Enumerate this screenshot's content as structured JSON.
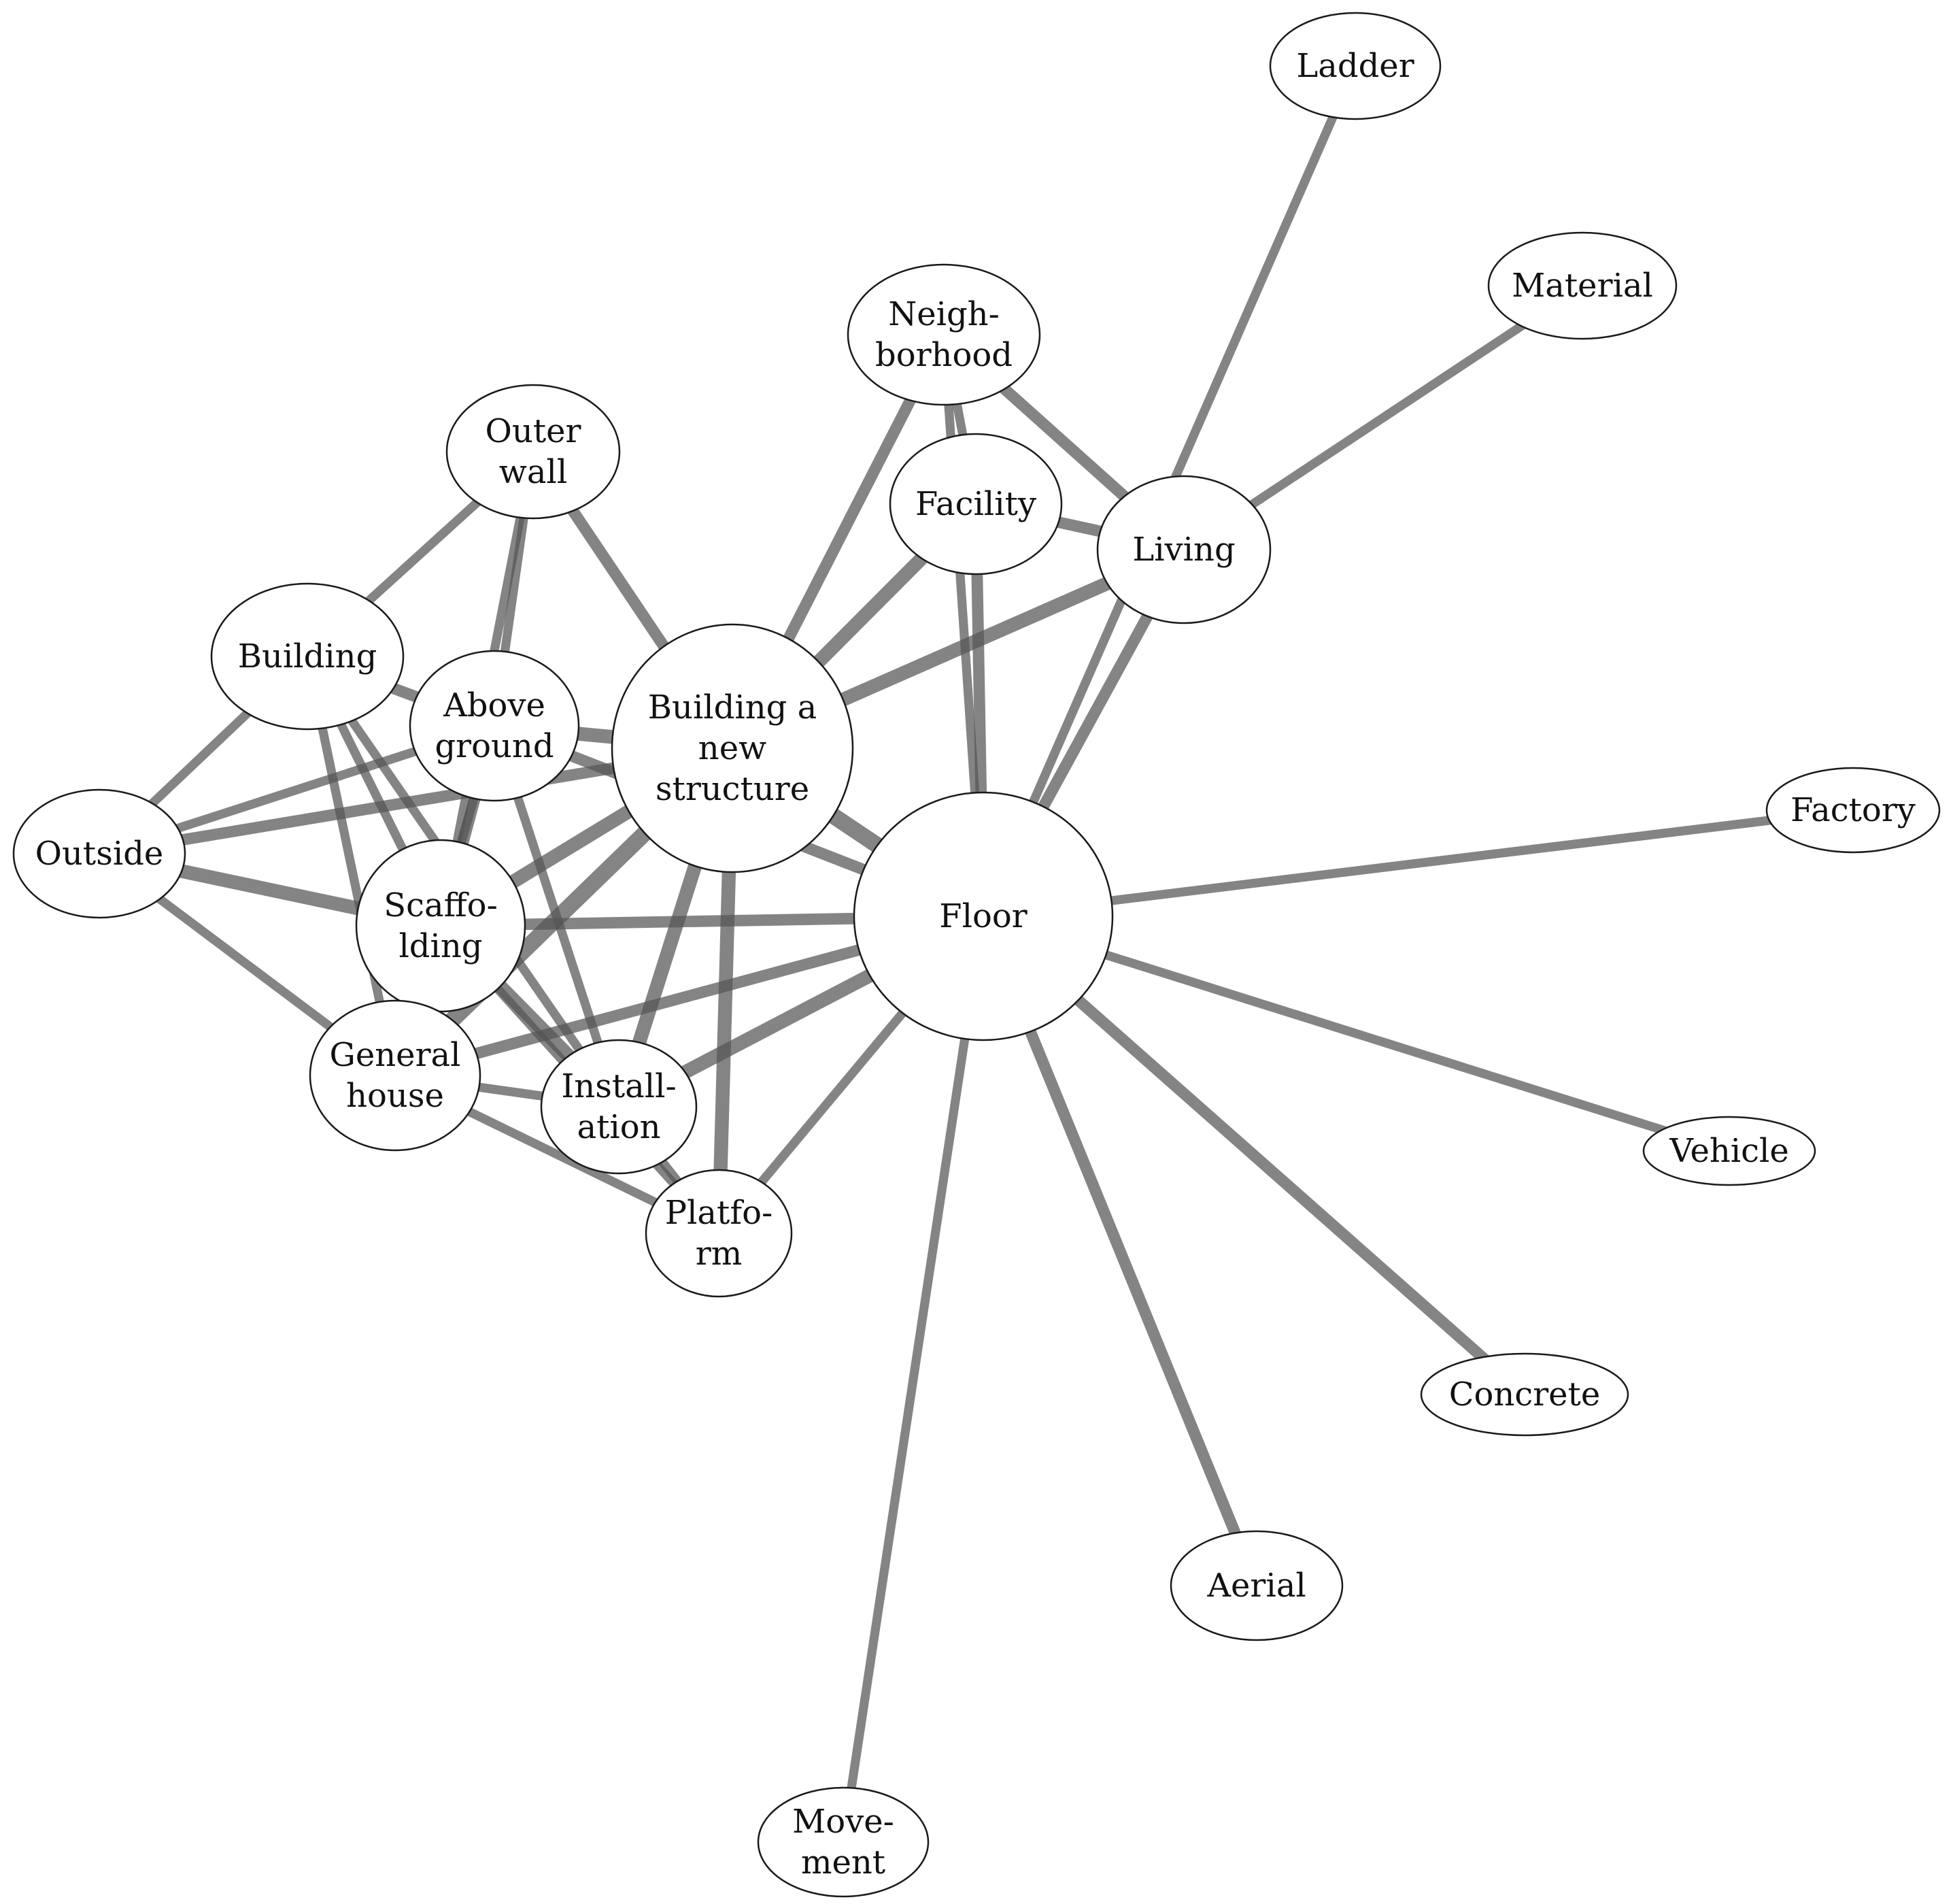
{
  "nodes": [
    {
      "id": "ladder",
      "lines": [
        "Ladder"
      ]
    },
    {
      "id": "material",
      "lines": [
        "Material"
      ]
    },
    {
      "id": "neighborhood",
      "lines": [
        "Neigh-",
        "borhood"
      ]
    },
    {
      "id": "outer_wall",
      "lines": [
        "Outer",
        "wall"
      ]
    },
    {
      "id": "facility",
      "lines": [
        "Facility"
      ]
    },
    {
      "id": "living",
      "lines": [
        "Living"
      ]
    },
    {
      "id": "building",
      "lines": [
        "Building"
      ]
    },
    {
      "id": "above_ground",
      "lines": [
        "Above",
        "ground"
      ]
    },
    {
      "id": "building_new",
      "lines": [
        "Building a",
        "new",
        "structure"
      ]
    },
    {
      "id": "outside",
      "lines": [
        "Outside"
      ]
    },
    {
      "id": "factory",
      "lines": [
        "Factory"
      ]
    },
    {
      "id": "scaffolding",
      "lines": [
        "Scaffo-",
        "lding"
      ]
    },
    {
      "id": "floor",
      "lines": [
        "Floor"
      ]
    },
    {
      "id": "general_house",
      "lines": [
        "General",
        "house"
      ]
    },
    {
      "id": "installation",
      "lines": [
        "Install-",
        "ation"
      ]
    },
    {
      "id": "vehicle",
      "lines": [
        "Vehicle"
      ]
    },
    {
      "id": "platform",
      "lines": [
        "Platfo-",
        "rm"
      ]
    },
    {
      "id": "concrete",
      "lines": [
        "Concrete"
      ]
    },
    {
      "id": "aerial",
      "lines": [
        "Aerial"
      ]
    },
    {
      "id": "movement",
      "lines": [
        "Move-",
        "ment"
      ]
    }
  ],
  "edges": [
    {
      "from": "ladder",
      "to": "floor",
      "weight": 2
    },
    {
      "from": "material",
      "to": "living",
      "weight": 2
    },
    {
      "from": "neighborhood",
      "to": "living",
      "weight": 3
    },
    {
      "from": "neighborhood",
      "to": "building_new",
      "weight": 3
    },
    {
      "from": "neighborhood",
      "to": "facility",
      "weight": 2
    },
    {
      "from": "neighborhood",
      "to": "floor",
      "weight": 2
    },
    {
      "from": "outer_wall",
      "to": "building",
      "weight": 2
    },
    {
      "from": "outer_wall",
      "to": "above_ground",
      "weight": 2
    },
    {
      "from": "outer_wall",
      "to": "building_new",
      "weight": 3
    },
    {
      "from": "outer_wall",
      "to": "scaffolding",
      "weight": 2
    },
    {
      "from": "facility",
      "to": "living",
      "weight": 3
    },
    {
      "from": "facility",
      "to": "building_new",
      "weight": 4
    },
    {
      "from": "facility",
      "to": "floor",
      "weight": 3
    },
    {
      "from": "living",
      "to": "building_new",
      "weight": 4
    },
    {
      "from": "living",
      "to": "floor",
      "weight": 3
    },
    {
      "from": "building",
      "to": "above_ground",
      "weight": 3
    },
    {
      "from": "building",
      "to": "outside",
      "weight": 2
    },
    {
      "from": "building",
      "to": "scaffolding",
      "weight": 2
    },
    {
      "from": "building",
      "to": "general_house",
      "weight": 2
    },
    {
      "from": "building",
      "to": "installation",
      "weight": 2
    },
    {
      "from": "above_ground",
      "to": "building_new",
      "weight": 4
    },
    {
      "from": "above_ground",
      "to": "outside",
      "weight": 2
    },
    {
      "from": "above_ground",
      "to": "scaffolding",
      "weight": 3
    },
    {
      "from": "above_ground",
      "to": "floor",
      "weight": 3
    },
    {
      "from": "above_ground",
      "to": "installation",
      "weight": 2
    },
    {
      "from": "above_ground",
      "to": "general_house",
      "weight": 2
    },
    {
      "from": "building_new",
      "to": "outside",
      "weight": 3
    },
    {
      "from": "building_new",
      "to": "floor",
      "weight": 5
    },
    {
      "from": "building_new",
      "to": "scaffolding",
      "weight": 4
    },
    {
      "from": "building_new",
      "to": "general_house",
      "weight": 5
    },
    {
      "from": "building_new",
      "to": "installation",
      "weight": 4
    },
    {
      "from": "building_new",
      "to": "platform",
      "weight": 4
    },
    {
      "from": "outside",
      "to": "scaffolding",
      "weight": 4
    },
    {
      "from": "outside",
      "to": "general_house",
      "weight": 2
    },
    {
      "from": "factory",
      "to": "floor",
      "weight": 2
    },
    {
      "from": "scaffolding",
      "to": "floor",
      "weight": 3
    },
    {
      "from": "scaffolding",
      "to": "general_house",
      "weight": 3
    },
    {
      "from": "scaffolding",
      "to": "installation",
      "weight": 4
    },
    {
      "from": "scaffolding",
      "to": "platform",
      "weight": 2
    },
    {
      "from": "floor",
      "to": "general_house",
      "weight": 3
    },
    {
      "from": "floor",
      "to": "installation",
      "weight": 4
    },
    {
      "from": "floor",
      "to": "platform",
      "weight": 2
    },
    {
      "from": "floor",
      "to": "vehicle",
      "weight": 2
    },
    {
      "from": "floor",
      "to": "concrete",
      "weight": 3
    },
    {
      "from": "floor",
      "to": "aerial",
      "weight": 3
    },
    {
      "from": "floor",
      "to": "movement",
      "weight": 2
    },
    {
      "from": "general_house",
      "to": "installation",
      "weight": 2
    },
    {
      "from": "general_house",
      "to": "platform",
      "weight": 2
    },
    {
      "from": "installation",
      "to": "platform",
      "weight": 2
    }
  ]
}
